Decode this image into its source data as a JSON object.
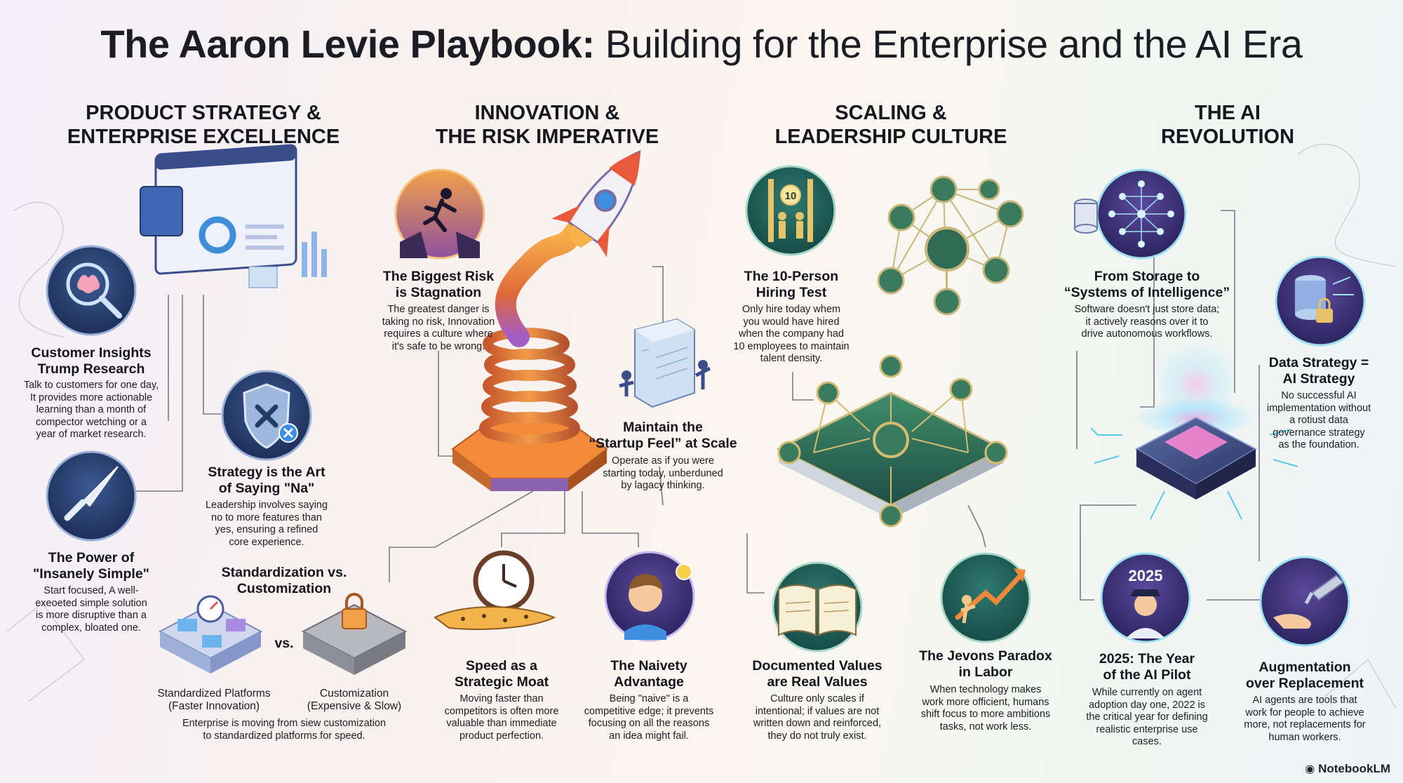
{
  "title": {
    "bold": "The Aaron Levie Playbook:",
    "rest": "Building for the Enterprise and the AI Era"
  },
  "columns": [
    {
      "heading": [
        "PRODUCT STRATEGY &",
        "ENTERPRISE EXCELLENCE"
      ]
    },
    {
      "heading": [
        "INNOVATION &",
        "THE RISK IMPERATIVE"
      ]
    },
    {
      "heading": [
        "SCALING &",
        "LEADERSHIP CULTURE"
      ]
    },
    {
      "heading": [
        "THE AI",
        "REVOLUTION"
      ]
    }
  ],
  "items": {
    "customer_insights": {
      "title": "Customer Insights\nTrump Research",
      "desc": "Talk to customers for one day,\nIt provides more actionable\nlearning than a month of\ncompector wetching or a\nyear of market research."
    },
    "saying_no": {
      "title": "Strategy is the Art\nof Saying \"Na\"",
      "desc": "Leadership involves saying\nno to more features than\nyes, ensuring a refined\ncore experience."
    },
    "insanely_simple": {
      "title": "The Power of\n\"Insanely Simple\"",
      "desc": "Start focused, A well-\nexeoeted simple solution\nis more disruptive than a\ncomplex, bloated one."
    },
    "standardization": {
      "title": "Standardization vs.\nCustomization",
      "vs": "vs.",
      "left_label": "Standardized Platforms\n(Faster Innovation)",
      "right_label": "Customization\n(Expensive & Slow)",
      "desc": "Enterprise is moving from siew customization\nto standardized platforms for speed."
    },
    "stagnation": {
      "title": "The Biggest Risk\nis Stagnation",
      "desc": "The greatest danger is\ntaking no risk, Innovation\nrequires a culture where\nit's safe to be wrong."
    },
    "startup_feel": {
      "title": "Maintain the\n“Startup Feel” at Scale",
      "desc": "Operate as if you were\nstarting today, unberduned\nby lagacy thinking."
    },
    "speed_moat": {
      "title": "Speed as a\nStrategic Moat",
      "desc": "Moving faster than\ncompetitors is often more\nvaluable than immediate\nproduct perfection."
    },
    "naivety": {
      "title": "The Naivety\nAdvantage",
      "desc": "Being \"naive\" is a\ncompetitive edge; it prevents\nfocusing on all the reasons\nan idea might fail."
    },
    "hiring_test": {
      "title": "The 10-Person\nHiring Test",
      "desc": "Only hire today whem\nyou would have hired\nwhen the company had\n10 employees to maintain\ntalent density.",
      "badge": "10"
    },
    "documented_values": {
      "title": "Documented Values\nare Real Values",
      "desc": "Culture only scales if\nintentional; if values are not\nwritten down and reinforced,\nthey do not truly exist."
    },
    "jevons": {
      "title": "The Jevons Paradox\nin Labor",
      "desc": "When technology makes\nwork more officient, humans\nshift focus to more ambitions\ntasks, not work less."
    },
    "systems_intelligence": {
      "title": "From Storage to\n“Systems of Intelligence”",
      "desc": "Software doesn't just store data;\nit actively reasons over it to\ndrive autonomous workflows."
    },
    "data_strategy": {
      "title": "Data Strategy =\nAI Strategy",
      "desc": "No successful AI\nimplementation without\na rotiust data\ngovernance strategy\nas the foundation."
    },
    "ai_pilot": {
      "title": "2025: The Year\nof the AI Pilot",
      "desc": "While currently on agent\nadoption day one, 2022 is\nthe critical year for defining\nrealistic enterprise use\ncases.",
      "badge": "2025"
    },
    "augmentation": {
      "title": "Augmentation\nover Replacement",
      "desc": "AI agents are tools that\nwork for people to achieve\nmore, not replacements for\nhuman workers."
    }
  },
  "brand": "NotebookLM",
  "colors": {
    "navy_icon": "#243a67",
    "teal_icon": "#1e5f5c",
    "purple_icon": "#3a2f6e",
    "orange": "#f08a3a",
    "accent_purple": "#8b5cc8"
  }
}
